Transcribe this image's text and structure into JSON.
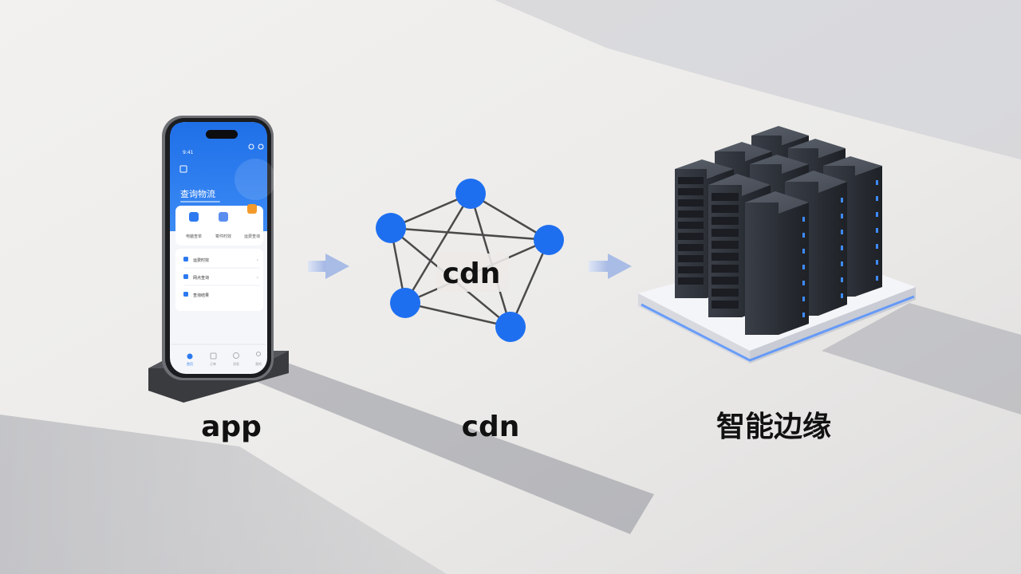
{
  "phone": {
    "status_time": "9:41",
    "header_title": "查询物流",
    "shortcuts": [
      "电脑查单",
      "寄件时效",
      "运费查询"
    ],
    "list_items": [
      "运费时效",
      "网点查询",
      "查询结果"
    ],
    "nav_items": [
      "首页",
      "订单",
      "消息",
      "我的"
    ]
  },
  "network": {
    "center_label": "cdn"
  },
  "labels": {
    "app": "app",
    "cdn": "cdn",
    "edge": "智能边缘"
  },
  "colors": {
    "accent": "#1e6ff0",
    "node": "#1e6ff0",
    "edge_line": "#4a4a4a",
    "arrow": "#9fb3e3",
    "server_led": "#3e8bff"
  }
}
